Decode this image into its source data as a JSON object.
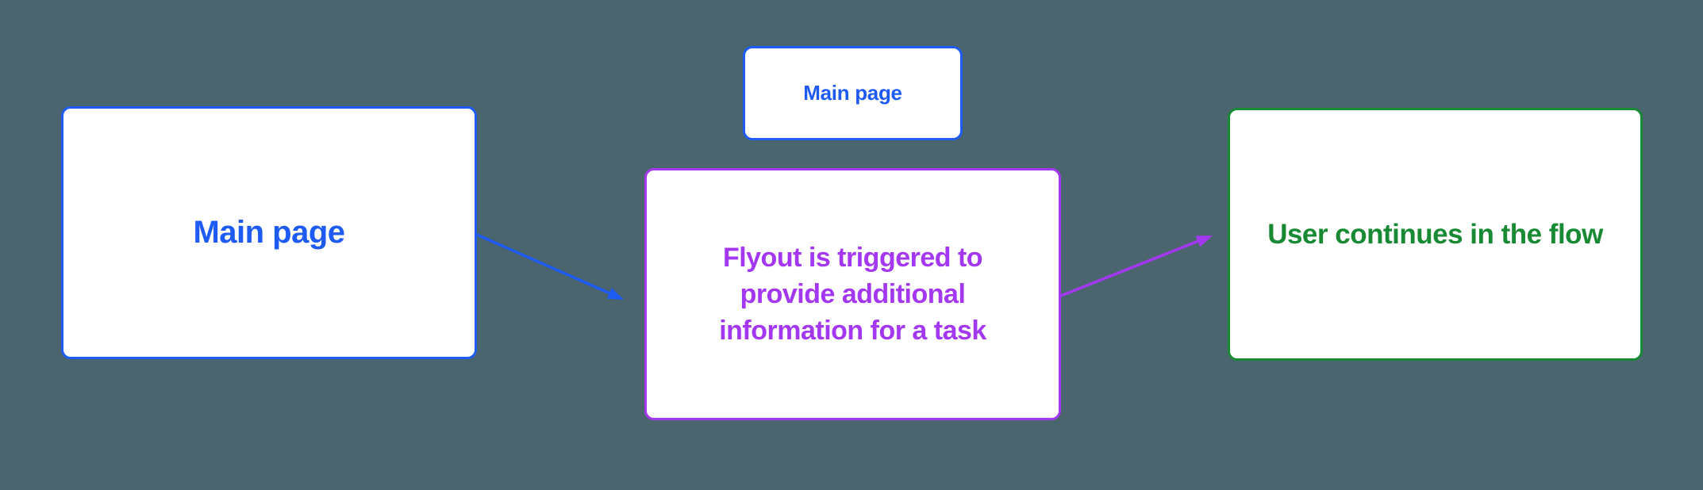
{
  "colors": {
    "background": "#4B656E",
    "blue": "#1E5BF5",
    "purple": "#A438F2",
    "green": "#178A33",
    "node_fill": "#FFFFFF"
  },
  "nodes": {
    "main_page": {
      "label": "Main page"
    },
    "main_page_small": {
      "label": "Main page"
    },
    "flyout": {
      "label": "Flyout is triggered to provide additional information for a task",
      "lines": [
        "Flyout is triggered to",
        "provide additional",
        "information for a task"
      ]
    },
    "user_continues": {
      "label": "User continues in the flow"
    }
  },
  "edges": [
    {
      "from": "main_page",
      "to": "flyout",
      "color": "#1E5BF5",
      "style": "arrow"
    },
    {
      "from": "flyout",
      "to": "user_continues",
      "color": "#A438F2",
      "style": "arrow"
    }
  ]
}
